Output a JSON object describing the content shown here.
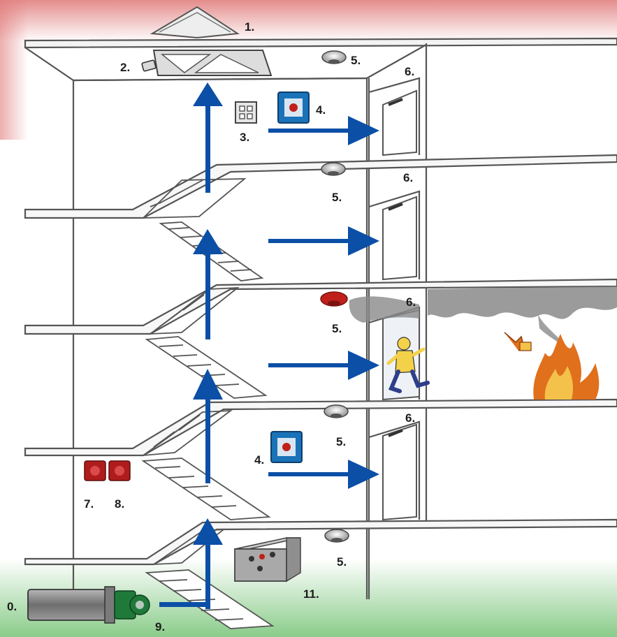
{
  "labels": {
    "roof_hatch": "1.",
    "hatch_control": "2.",
    "smoke_vent_switch": "3.",
    "call_point_top": "4.",
    "call_point_lower": "4.",
    "detector_top": "5.",
    "detector_2": "5.",
    "detector_fire": "5.",
    "detector_4": "5.",
    "detector_ground": "5.",
    "door_top": "6.",
    "door_2": "6.",
    "door_fire": "6.",
    "door_4": "6.",
    "device_7": "7.",
    "device_8": "8.",
    "fan": "9.",
    "fan_motor": "0.",
    "control_panel": "11."
  },
  "icons": {
    "arrow": "blue-arrow-icon",
    "smoke_detector": "smoke-detector-icon",
    "call_point": "manual-call-point-icon",
    "fire": "fire-icon",
    "person": "escaping-person-icon"
  },
  "colors": {
    "arrow": "#0b4fa6",
    "call_point_box": "#1a72b8",
    "alarm_red": "#c0201a",
    "smoke": "#8a8a8a",
    "fire": "#e0701c",
    "panel": "#a9a9a9",
    "motor_green": "#1f7a3a",
    "top_tint": "#e58b8b",
    "bottom_tint": "#8ccb8c"
  }
}
